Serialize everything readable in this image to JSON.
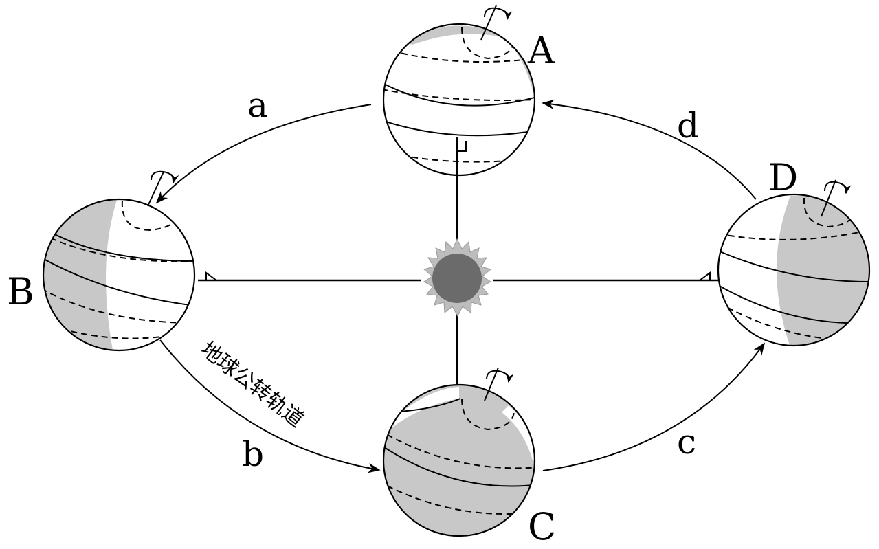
{
  "positions": [
    {
      "id": "A",
      "label": "A"
    },
    {
      "id": "B",
      "label": "B"
    },
    {
      "id": "C",
      "label": "C"
    },
    {
      "id": "D",
      "label": "D"
    }
  ],
  "segments": [
    {
      "id": "a",
      "label": "a"
    },
    {
      "id": "b",
      "label": "b"
    },
    {
      "id": "c",
      "label": "c"
    },
    {
      "id": "d",
      "label": "d"
    }
  ],
  "orbit_label": "地球公转轨道",
  "colors": {
    "night_shade": "#c8c8c8",
    "sun_core": "#6b6b6b",
    "sun_corona": "#bdbdbd",
    "line": "#000000"
  }
}
